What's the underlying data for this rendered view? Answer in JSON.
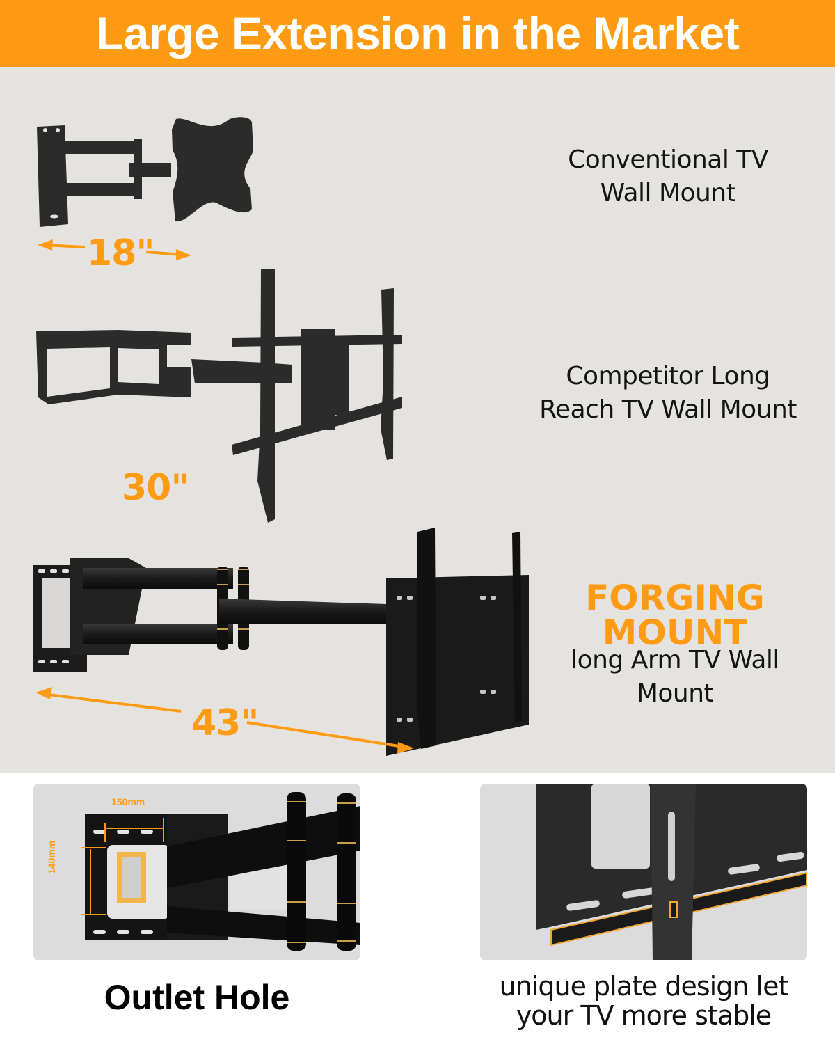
{
  "banner": {
    "title": "Large Extension in the Market",
    "background": "#fe9b12"
  },
  "comparison": [
    {
      "id": "conventional",
      "label_line1": "Conventional TV",
      "label_line2": "Wall Mount",
      "extension": "18\""
    },
    {
      "id": "competitor",
      "label_line1": "Competitor Long",
      "label_line2": "Reach TV Wall Mount",
      "extension": "30\""
    },
    {
      "id": "forging",
      "brand_line1": "FORGING",
      "brand_line2": "MOUNT",
      "label_line1": "long Arm TV Wall",
      "label_line2": "Mount",
      "extension": "43\""
    }
  ],
  "features": [
    {
      "id": "outlet-hole",
      "caption": "Outlet Hole",
      "width_dim": "150mm",
      "height_dim": "140mm"
    },
    {
      "id": "plate-design",
      "caption_line1": "unique plate design let",
      "caption_line2": "your TV more stable"
    }
  ],
  "colors": {
    "accent": "#fe9b12",
    "background": "#e4e3e0",
    "silhouette": "#2b2b2b",
    "text": "#141414"
  }
}
